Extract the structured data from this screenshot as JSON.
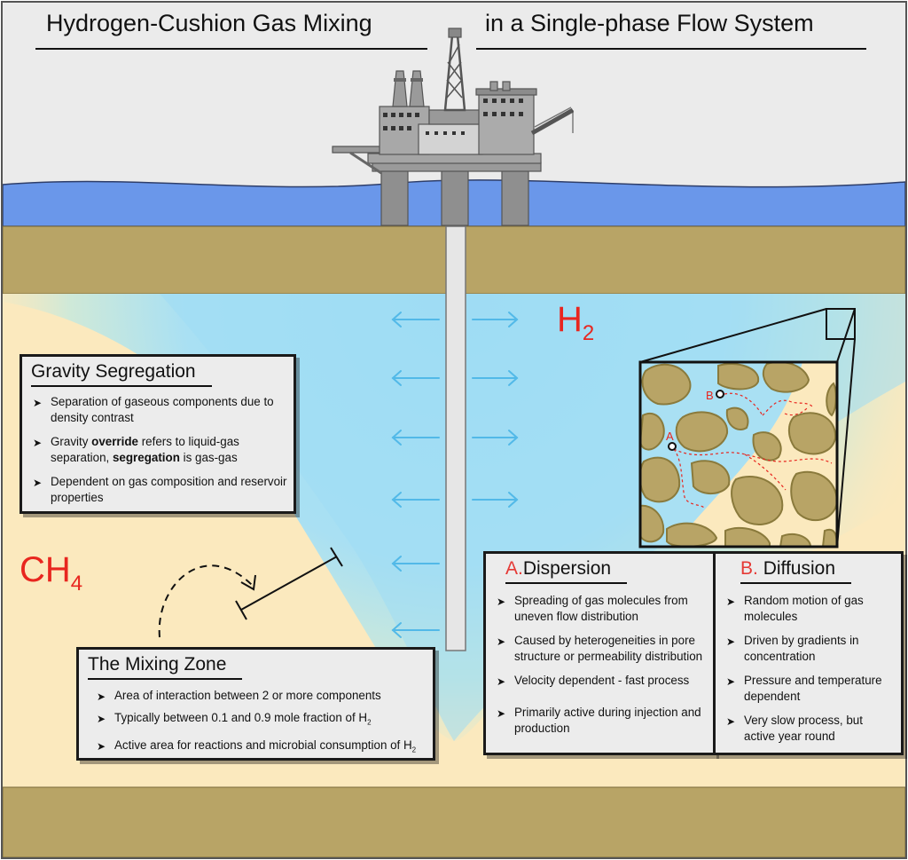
{
  "header": {
    "title_left": "Hydrogen-Cushion Gas Mixing",
    "title_right": "in a Single-phase Flow System"
  },
  "labels": {
    "h2_base": "H",
    "h2_sub": "2",
    "ch4_base": "CH",
    "ch4_sub": "4",
    "point_a": "A",
    "point_b": "B"
  },
  "gravity_segregation": {
    "title": "Gravity Segregation",
    "bullets": [
      {
        "text": "Separation of gaseous components due to density contrast"
      },
      {
        "pre": "Gravity ",
        "bold1": "override",
        "mid": " refers to liquid-gas separation, ",
        "bold2": "segregation",
        "post": " is gas-gas"
      },
      {
        "text": "Dependent on gas composition and reservoir properties"
      }
    ]
  },
  "mixing_zone": {
    "title": "The Mixing Zone",
    "bullets": [
      {
        "text": "Area of interaction between 2 or more components"
      },
      {
        "text": "Typically between 0.1 and 0.9 mole fraction of H",
        "sub": "2"
      },
      {
        "text": "Active area for reactions and microbial consumption of H",
        "sub": "2"
      }
    ]
  },
  "dispersion": {
    "letter": "A.",
    "title": "Dispersion",
    "bullets": [
      "Spreading of gas molecules from uneven flow distribution",
      "Caused by heterogeneities in pore structure or permeability distribution",
      "Velocity dependent - fast process",
      "Primarily active during injection and production"
    ]
  },
  "diffusion": {
    "letter": "B.",
    "title": "Diffusion",
    "bullets": [
      "Random motion of gas molecules",
      "Driven by gradients in concentration",
      "Pressure and temperature dependent",
      "Very slow process, but active year round"
    ]
  },
  "colors": {
    "sky": "#ebebeb",
    "sea": "#6a97ea",
    "rock": "#b8a466",
    "reservoir": "#fbe9be",
    "hydrogen_plume": "#9fdcf4",
    "grain": "#b8a466",
    "arrow": "#52b9e8",
    "accent_red": "#e8261f",
    "platform": "#9a9a9a"
  }
}
